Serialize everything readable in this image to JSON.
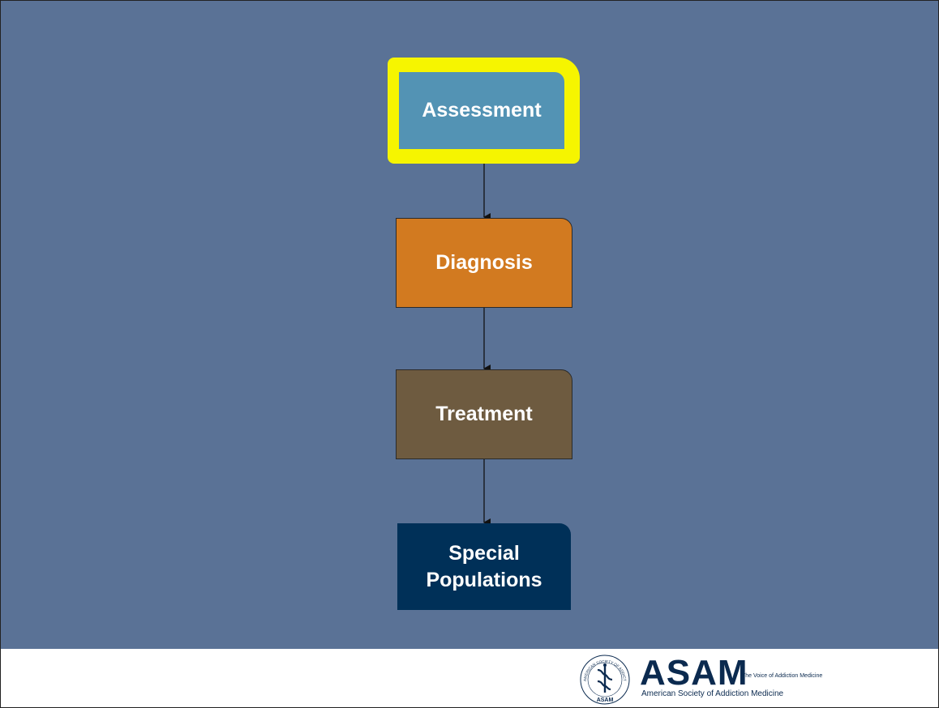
{
  "flowchart": {
    "steps": [
      {
        "label": "Assessment",
        "color": "#5393b4",
        "highlighted": true
      },
      {
        "label": "Diagnosis",
        "color": "#d27a20"
      },
      {
        "label": "Treatment",
        "color": "#6e5b40"
      },
      {
        "label": "Special Populations",
        "color": "#003058"
      }
    ],
    "highlight_color": "#f6f500",
    "background_color": "#5a7296"
  },
  "footer": {
    "logo_wordmark": "ASAM",
    "logo_tagline": "The Voice of Addiction Medicine",
    "logo_fullname": "American Society of Addiction Medicine",
    "seal_ring_text": "AMERICAN SOCIETY OF ADDICTION MEDICINE",
    "seal_abbrev": "ASAM"
  }
}
